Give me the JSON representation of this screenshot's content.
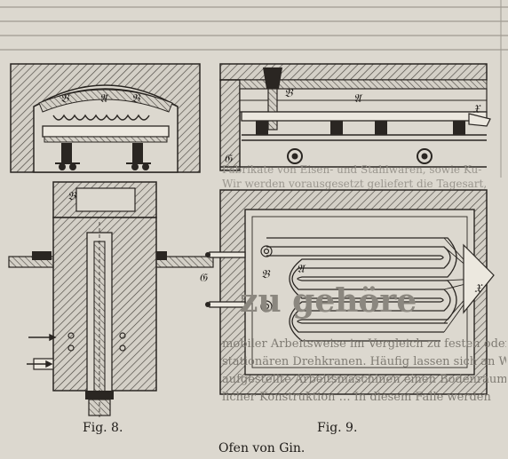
{
  "figure": {
    "caption": "Ofen von Gin.",
    "fig8_label": "Fig. 8.",
    "fig9_label": "Fig. 9."
  },
  "marks": {
    "fig8_top": [
      "𝔄",
      "𝔅",
      "𝔅"
    ],
    "fig8_bottom": [
      "𝔅"
    ],
    "fig9_top": [
      "𝔅",
      "𝔄",
      "𝔛",
      "𝔊"
    ],
    "fig9_bottom": [
      "𝔊",
      "𝔅",
      "𝔄",
      "𝔛"
    ]
  },
  "background_text": {
    "top_line1": "Fabrikate von Eisen- und Stahlwaren, sowie Ku-",
    "top_line2": "Wir werden vorausgesetzt geliefert die Tagesart,",
    "heading_fragment": "zu gehöre",
    "line_a": "mobiler Arbeitsweise im Vergleich zu festen oder",
    "line_b": "stationären Drehkranen. Häufig lassen sich an Wanden",
    "line_c": "aufgestellte Arbeitsmaschinen einen Bodenraum gewöhn-",
    "line_d": "licher Konstruktion … In diesem Falle werden"
  }
}
